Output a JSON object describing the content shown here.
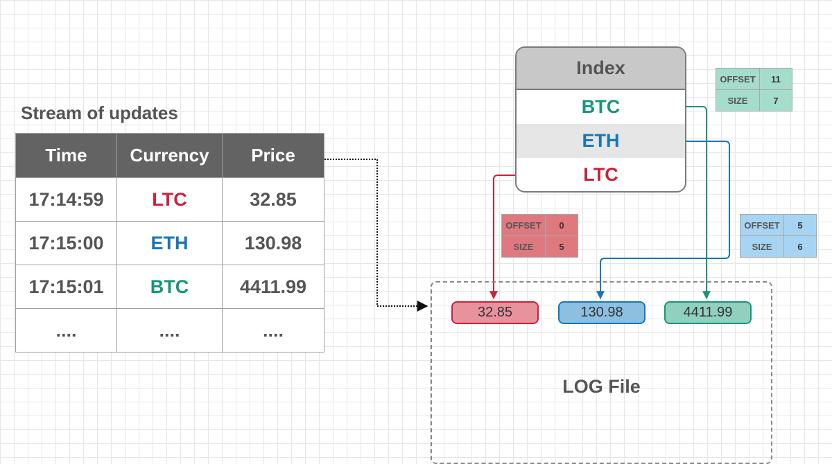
{
  "stream": {
    "title": "Stream of updates",
    "headers": [
      "Time",
      "Currency",
      "Price"
    ],
    "rows": [
      {
        "time": "17:14:59",
        "currency": "LTC",
        "price": "32.85"
      },
      {
        "time": "17:15:00",
        "currency": "ETH",
        "price": "130.98"
      },
      {
        "time": "17:15:01",
        "currency": "BTC",
        "price": "4411.99"
      },
      {
        "time": "....",
        "currency": "....",
        "price": "...."
      }
    ]
  },
  "index": {
    "title": "Index",
    "entries": [
      "BTC",
      "ETH",
      "LTC"
    ]
  },
  "metadata": {
    "btc": {
      "offset_label": "OFFSET",
      "offset": "11",
      "size_label": "SIZE",
      "size": "7"
    },
    "ltc": {
      "offset_label": "OFFSET",
      "offset": "0",
      "size_label": "SIZE",
      "size": "5"
    },
    "eth": {
      "offset_label": "OFFSET",
      "offset": "5",
      "size_label": "SIZE",
      "size": "6"
    }
  },
  "log": {
    "title": "LOG File",
    "values": [
      "32.85",
      "130.98",
      "4411.99"
    ]
  },
  "colors": {
    "ltc": "#c8223a",
    "eth": "#1677b8",
    "btc": "#15967a",
    "ltc_fill": "#e8929d",
    "eth_fill": "#8cbfe0",
    "btc_fill": "#8fd0be",
    "ltc_meta": "#e07880",
    "eth_meta": "#a6d4f2",
    "btc_meta": "#a4ddcc"
  }
}
